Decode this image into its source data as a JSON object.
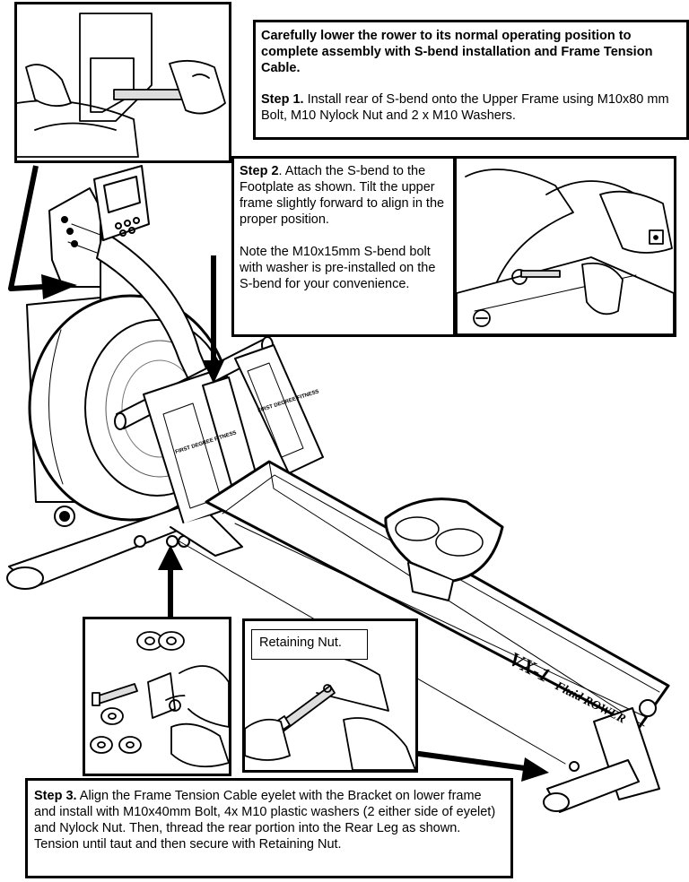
{
  "intro": {
    "heading": "Carefully lower the rower to its normal operating position to complete assembly with S-bend installation and Frame Tension Cable."
  },
  "step1": {
    "label": "Step 1.",
    "text": "Install rear of S-bend onto the Upper Frame using M10x80 mm Bolt, M10 Nylock Nut and 2 x M10 Washers."
  },
  "step2": {
    "label": "Step 2",
    "text": ". Attach the S-bend to the Footplate as shown. Tilt the upper frame slightly forward to align in the proper position.",
    "note": "Note the M10x15mm S-bend bolt with washer is pre-installed on the S-bend for your convenience."
  },
  "step3": {
    "label": "Step 3.",
    "text": "Align the Frame Tension Cable eyelet with the Bracket on lower frame and install with M10x40mm Bolt, 4x M10 plastic washers (2 either side of eyelet) and Nylock Nut.  Then, thread the rear portion into the Rear Leg as shown. Tension until taut and then secure with Retaining Nut."
  },
  "callout": {
    "retaining_nut": "Retaining Nut."
  },
  "machine": {
    "rail_brand": "VX-1",
    "rail_brand2": "Fluid ROWER",
    "pedal_text": "FIRST DEGREE FITNESS"
  }
}
